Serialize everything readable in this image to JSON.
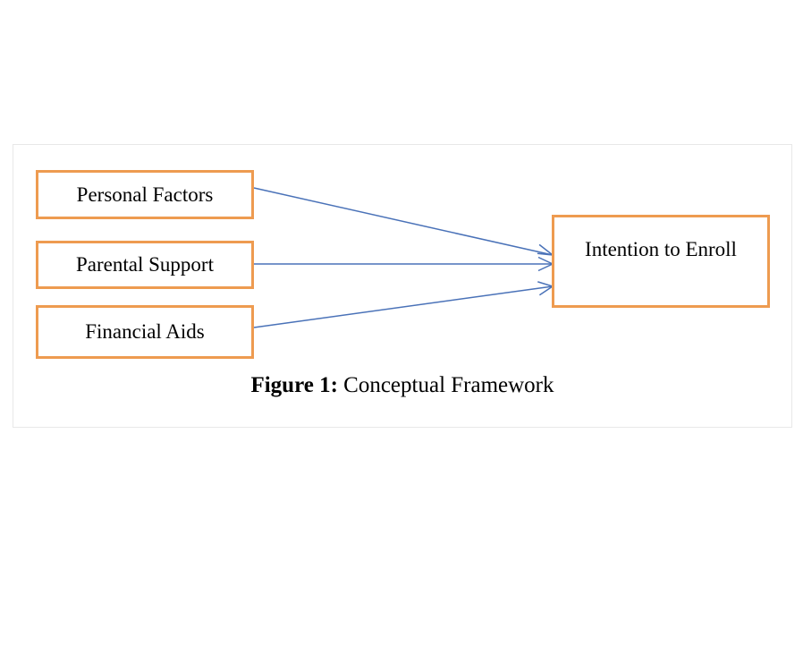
{
  "figure": {
    "label": "Figure 1:",
    "title": "Conceptual Framework"
  },
  "nodes": {
    "personal_factors": "Personal Factors",
    "parental_support": "Parental Support",
    "financial_aids": "Financial Aids",
    "intention_to_enroll": "Intention to Enroll"
  },
  "colors": {
    "box_border": "#ee9b50",
    "arrow": "#4a72b8",
    "frame_border": "#e8e8e8"
  }
}
